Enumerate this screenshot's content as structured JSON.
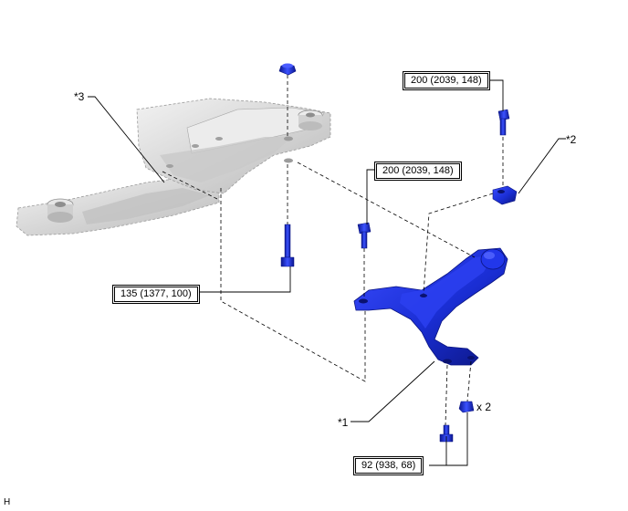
{
  "callouts": {
    "part1": "*1",
    "part2": "*2",
    "part3": "*3",
    "quantity": "x 2",
    "sheet_letter": "H"
  },
  "torques": {
    "top_bolt": "200 (2039, 148)",
    "mid_bolt": "200 (2039, 148)",
    "vertical_bolt": "135 (1377, 100)",
    "bottom_nuts": "92 (938, 68)"
  },
  "colors": {
    "arm_blue": "#1b2fd6",
    "arm_dark": "#0a1480",
    "frame_gray": "#dcdcdc",
    "frame_shadow": "#a9a9a9",
    "line": "#000000"
  }
}
